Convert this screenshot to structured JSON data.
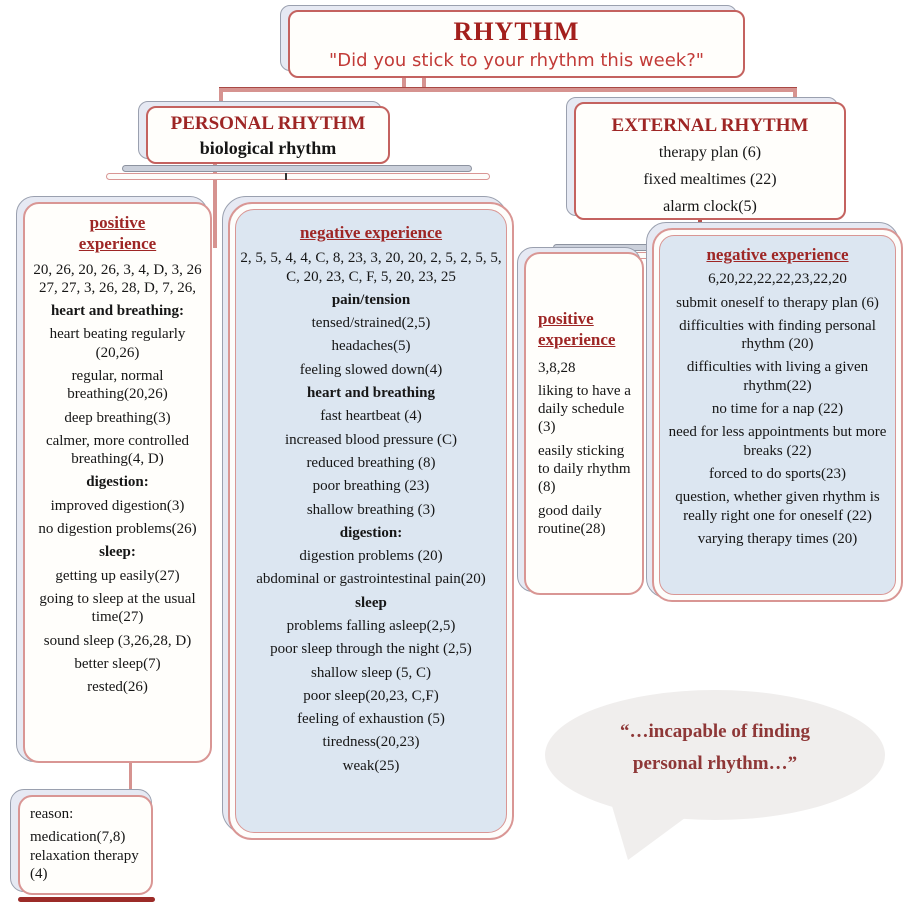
{
  "root": {
    "title": "RHYTHM",
    "subtitle": "\"Did you stick to your rhythm this week?\""
  },
  "personal": {
    "title": "PERSONAL RHYTHM",
    "subtitle": "biological rhythm"
  },
  "external": {
    "title": "EXTERNAL RHYTHM",
    "items": [
      "therapy plan (6)",
      "fixed mealtimes (22)",
      "alarm clock(5)"
    ]
  },
  "personal_positive": {
    "heading": "positive experience",
    "items": [
      {
        "style": "codes",
        "text": "20, 26, 20, 26, 3, 4, D, 3, 26 27, 27, 3, 26, 28, D, 7, 26,"
      },
      {
        "style": "sub",
        "text": "heart and breathing:"
      },
      {
        "style": "item",
        "text": "heart beating regularly (20,26)"
      },
      {
        "style": "item",
        "text": "regular, normal breathing(20,26)"
      },
      {
        "style": "item",
        "text": "deep breathing(3)"
      },
      {
        "style": "item",
        "text": "calmer, more controlled breathing(4, D)"
      },
      {
        "style": "sub",
        "text": "digestion:"
      },
      {
        "style": "item",
        "text": "improved digestion(3)"
      },
      {
        "style": "item",
        "text": "no digestion problems(26)"
      },
      {
        "style": "sub",
        "text": "sleep:"
      },
      {
        "style": "item",
        "text": "getting up easily(27)"
      },
      {
        "style": "item",
        "text": "going to sleep at the usual time(27)"
      },
      {
        "style": "item",
        "text": "sound sleep (3,26,28, D)"
      },
      {
        "style": "item",
        "text": "better sleep(7)"
      },
      {
        "style": "item",
        "text": "rested(26)"
      }
    ]
  },
  "personal_negative": {
    "heading": "negative experience",
    "items": [
      {
        "style": "codes",
        "text": "2, 5, 5, 4, 4, C, 8, 23, 3, 20, 20, 2, 5, 2, 5, 5, C, 20, 23, C, F, 5, 20, 23, 25"
      },
      {
        "style": "sub",
        "text": "pain/tension"
      },
      {
        "style": "item",
        "text": "tensed/strained(2,5)"
      },
      {
        "style": "item",
        "text": "headaches(5)"
      },
      {
        "style": "item",
        "text": "feeling slowed down(4)"
      },
      {
        "style": "sub",
        "text": "heart and breathing"
      },
      {
        "style": "item",
        "text": "fast heartbeat (4)"
      },
      {
        "style": "item",
        "text": "increased blood pressure (C)"
      },
      {
        "style": "item",
        "text": "reduced breathing (8)"
      },
      {
        "style": "item",
        "text": "poor breathing (23)"
      },
      {
        "style": "item",
        "text": "shallow breathing (3)"
      },
      {
        "style": "sub",
        "text": "digestion:"
      },
      {
        "style": "item",
        "text": "digestion problems (20)"
      },
      {
        "style": "item",
        "text": "abdominal or gastrointestinal pain(20)"
      },
      {
        "style": "sub",
        "text": "sleep"
      },
      {
        "style": "item",
        "text": "problems falling asleep(2,5)"
      },
      {
        "style": "item",
        "text": "poor sleep through the night (2,5)"
      },
      {
        "style": "item",
        "text": "shallow sleep (5, C)"
      },
      {
        "style": "item",
        "text": "poor sleep(20,23, C,F)"
      },
      {
        "style": "item",
        "text": "feeling of exhaustion (5)"
      },
      {
        "style": "item",
        "text": "tiredness(20,23)"
      },
      {
        "style": "item",
        "text": "weak(25)"
      }
    ]
  },
  "external_positive": {
    "heading": "positive experience",
    "items": [
      {
        "style": "codes",
        "text": "3,8,28"
      },
      {
        "style": "item",
        "text": "liking to have a daily schedule (3)"
      },
      {
        "style": "item",
        "text": "easily sticking to daily rhythm (8)"
      },
      {
        "style": "item",
        "text": "good daily routine(28)"
      }
    ]
  },
  "external_negative": {
    "heading": "negative experience",
    "items": [
      {
        "style": "codes",
        "text": "6,20,22,22,22,23,22,20"
      },
      {
        "style": "item",
        "text": "submit oneself to therapy plan (6)"
      },
      {
        "style": "item",
        "text": "difficulties with finding personal rhythm (20)"
      },
      {
        "style": "item",
        "text": "difficulties with living a given rhythm(22)"
      },
      {
        "style": "item",
        "text": "no time for a nap (22)"
      },
      {
        "style": "item",
        "text": "need for less appointments but more breaks (22)"
      },
      {
        "style": "item",
        "text": "forced to do sports(23)"
      },
      {
        "style": "item",
        "text": "question, whether given rhythm is really right one for oneself (22)"
      },
      {
        "style": "item",
        "text": "varying therapy times (20)"
      }
    ]
  },
  "reason": {
    "heading": "reason:",
    "items": [
      {
        "style": "item",
        "text": "medication(7,8) relaxation therapy (4)"
      }
    ]
  },
  "quote": {
    "text": "“…incapable of finding personal rhythm…”"
  },
  "colors": {
    "accent": "#D99694",
    "accentdark": "#C4625F",
    "blue": "#DCE6F1",
    "headred": "#9E2625",
    "titlered": "#A31F1C",
    "subred": "#C23B38",
    "ink": "#161616",
    "bubble": "#F0EEED",
    "bubbletext": "#8E3737",
    "graybarline": "#8D93A0",
    "graybarfill": "#CBD0DB",
    "shadowline": "#9AA0AF",
    "shadowfill": "#E6E9F3",
    "maroon": "#9C2B28",
    "connector": "#D69390"
  }
}
